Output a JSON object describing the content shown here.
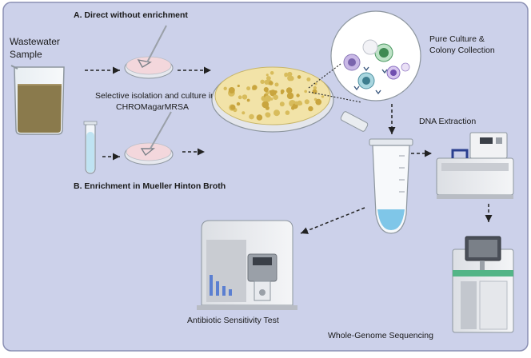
{
  "labels": {
    "wastewater_line1": "Wastewater",
    "wastewater_line2": "Sample",
    "route_a": "A. Direct without enrichment",
    "route_b": "B. Enrichment in Mueller Hinton Broth",
    "selective_line1": "Selective isolation and culture in",
    "selective_line2": "CHROMagarMRSA",
    "pure_culture_line1": "Pure Culture &",
    "pure_culture_line2": "Colony Collection",
    "dna_extraction": "DNA Extraction",
    "antibiotic_test": "Antibiotic Sensitivity Test",
    "wgs": "Whole-Genome Sequencing"
  },
  "colors": {
    "background_panel": "#ccd1ea",
    "panel_border": "#8a8fb3",
    "wastewater": "#8a7a4c",
    "agar": "#f2e3a8",
    "colony": "#c9a53e",
    "broth": "#bfe3f2",
    "petri_pink": "#f3d7dc",
    "arrow": "#222222"
  }
}
